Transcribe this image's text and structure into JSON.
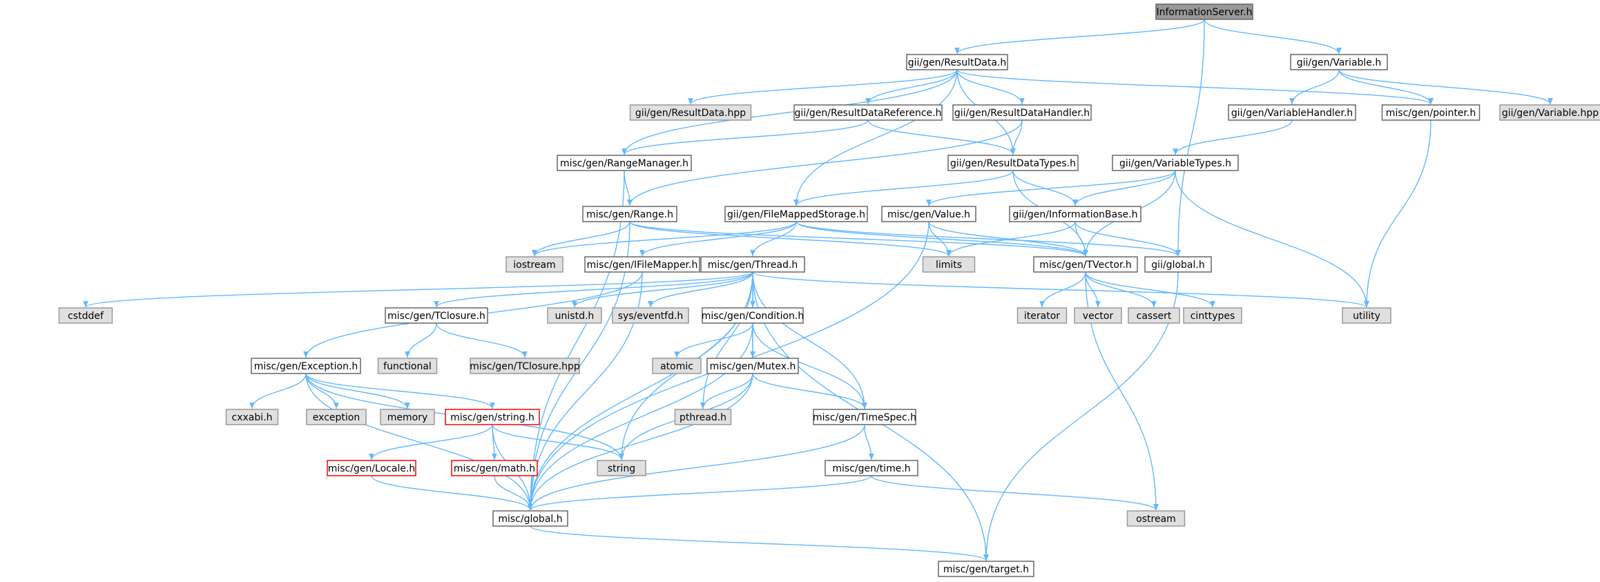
{
  "colors": {
    "edge": "#63b8ff",
    "root_fill": "#999999",
    "header_fill": "#ffffff",
    "header_stroke": "#666666",
    "system_fill": "#e0e0e0",
    "system_stroke": "#999999",
    "truncated_stroke": "#ff0000"
  },
  "nodes": [
    {
      "id": "infoserver",
      "label": "InformationServer.h",
      "kind": "root"
    },
    {
      "id": "resultdata",
      "label": "gii/gen/ResultData.h",
      "kind": "header"
    },
    {
      "id": "variable",
      "label": "gii/gen/Variable.h",
      "kind": "header"
    },
    {
      "id": "resultdata_hpp",
      "label": "gii/gen/ResultData.hpp",
      "kind": "system"
    },
    {
      "id": "resultdataref",
      "label": "gii/gen/ResultDataReference.h",
      "kind": "header"
    },
    {
      "id": "resultdatahandler",
      "label": "gii/gen/ResultDataHandler.h",
      "kind": "header"
    },
    {
      "id": "variablehandler",
      "label": "gii/gen/VariableHandler.h",
      "kind": "header"
    },
    {
      "id": "pointer",
      "label": "misc/gen/pointer.h",
      "kind": "header"
    },
    {
      "id": "variable_hpp",
      "label": "gii/gen/Variable.hpp",
      "kind": "system"
    },
    {
      "id": "rangemanager",
      "label": "misc/gen/RangeManager.h",
      "kind": "header"
    },
    {
      "id": "resultdatatypes",
      "label": "gii/gen/ResultDataTypes.h",
      "kind": "header"
    },
    {
      "id": "variabletypes",
      "label": "gii/gen/VariableTypes.h",
      "kind": "header"
    },
    {
      "id": "range",
      "label": "misc/gen/Range.h",
      "kind": "header"
    },
    {
      "id": "filemapped",
      "label": "gii/gen/FileMappedStorage.h",
      "kind": "header"
    },
    {
      "id": "value",
      "label": "misc/gen/Value.h",
      "kind": "header"
    },
    {
      "id": "infobase",
      "label": "gii/gen/InformationBase.h",
      "kind": "header"
    },
    {
      "id": "iostream",
      "label": "iostream",
      "kind": "system"
    },
    {
      "id": "ifilemapper",
      "label": "misc/gen/IFileMapper.h",
      "kind": "header"
    },
    {
      "id": "thread",
      "label": "misc/gen/Thread.h",
      "kind": "header"
    },
    {
      "id": "limits",
      "label": "limits",
      "kind": "system"
    },
    {
      "id": "tvector",
      "label": "misc/gen/TVector.h",
      "kind": "header"
    },
    {
      "id": "giiglobal",
      "label": "gii/global.h",
      "kind": "header"
    },
    {
      "id": "cstddef",
      "label": "cstddef",
      "kind": "system"
    },
    {
      "id": "tclosure",
      "label": "misc/gen/TClosure.h",
      "kind": "header"
    },
    {
      "id": "unistd",
      "label": "unistd.h",
      "kind": "system"
    },
    {
      "id": "eventfd",
      "label": "sys/eventfd.h",
      "kind": "system"
    },
    {
      "id": "condition",
      "label": "misc/gen/Condition.h",
      "kind": "header"
    },
    {
      "id": "iterator",
      "label": "iterator",
      "kind": "system"
    },
    {
      "id": "vector",
      "label": "vector",
      "kind": "system"
    },
    {
      "id": "cassert",
      "label": "cassert",
      "kind": "system"
    },
    {
      "id": "cinttypes",
      "label": "cinttypes",
      "kind": "system"
    },
    {
      "id": "utility",
      "label": "utility",
      "kind": "system"
    },
    {
      "id": "functional",
      "label": "functional",
      "kind": "system"
    },
    {
      "id": "tclosure_hpp",
      "label": "misc/gen/TClosure.hpp",
      "kind": "system"
    },
    {
      "id": "exception_h",
      "label": "misc/gen/Exception.h",
      "kind": "header"
    },
    {
      "id": "atomic",
      "label": "atomic",
      "kind": "system"
    },
    {
      "id": "mutex",
      "label": "misc/gen/Mutex.h",
      "kind": "header"
    },
    {
      "id": "cxxabi",
      "label": "cxxabi.h",
      "kind": "system"
    },
    {
      "id": "exception",
      "label": "exception",
      "kind": "system"
    },
    {
      "id": "memory",
      "label": "memory",
      "kind": "system"
    },
    {
      "id": "mstring",
      "label": "misc/gen/string.h",
      "kind": "truncated"
    },
    {
      "id": "pthread",
      "label": "pthread.h",
      "kind": "system"
    },
    {
      "id": "timespec",
      "label": "misc/gen/TimeSpec.h",
      "kind": "header"
    },
    {
      "id": "locale",
      "label": "misc/gen/Locale.h",
      "kind": "truncated"
    },
    {
      "id": "mathh",
      "label": "misc/gen/math.h",
      "kind": "truncated"
    },
    {
      "id": "string",
      "label": "string",
      "kind": "system"
    },
    {
      "id": "timeh",
      "label": "misc/gen/time.h",
      "kind": "header"
    },
    {
      "id": "miscglobal",
      "label": "misc/global.h",
      "kind": "header"
    },
    {
      "id": "ostream",
      "label": "ostream",
      "kind": "system"
    },
    {
      "id": "target",
      "label": "misc/gen/target.h",
      "kind": "header"
    }
  ],
  "edges": [
    [
      "infoserver",
      "resultdata"
    ],
    [
      "infoserver",
      "variable"
    ],
    [
      "infoserver",
      "giiglobal"
    ],
    [
      "resultdata",
      "resultdata_hpp"
    ],
    [
      "resultdata",
      "resultdataref"
    ],
    [
      "resultdata",
      "resultdatahandler"
    ],
    [
      "resultdata",
      "rangemanager"
    ],
    [
      "resultdata",
      "filemapped"
    ],
    [
      "resultdata",
      "resultdatatypes"
    ],
    [
      "resultdata",
      "pointer"
    ],
    [
      "variable",
      "variablehandler"
    ],
    [
      "variable",
      "pointer"
    ],
    [
      "variable",
      "variable_hpp"
    ],
    [
      "variablehandler",
      "variabletypes"
    ],
    [
      "pointer",
      "utility"
    ],
    [
      "resultdataref",
      "rangemanager"
    ],
    [
      "resultdataref",
      "resultdatatypes"
    ],
    [
      "resultdatahandler",
      "resultdatatypes"
    ],
    [
      "resultdatahandler",
      "range"
    ],
    [
      "rangemanager",
      "range"
    ],
    [
      "rangemanager",
      "miscglobal"
    ],
    [
      "resultdatatypes",
      "filemapped"
    ],
    [
      "resultdatatypes",
      "infobase"
    ],
    [
      "resultdatatypes",
      "tvector"
    ],
    [
      "variabletypes",
      "value"
    ],
    [
      "variabletypes",
      "infobase"
    ],
    [
      "variabletypes",
      "tvector"
    ],
    [
      "variabletypes",
      "utility"
    ],
    [
      "range",
      "iostream"
    ],
    [
      "range",
      "limits"
    ],
    [
      "range",
      "tvector"
    ],
    [
      "range",
      "miscglobal"
    ],
    [
      "filemapped",
      "iostream"
    ],
    [
      "filemapped",
      "ifilemapper"
    ],
    [
      "filemapped",
      "thread"
    ],
    [
      "filemapped",
      "tvector"
    ],
    [
      "filemapped",
      "giiglobal"
    ],
    [
      "value",
      "limits"
    ],
    [
      "value",
      "tvector"
    ],
    [
      "value",
      "miscglobal"
    ],
    [
      "infobase",
      "limits"
    ],
    [
      "infobase",
      "tvector"
    ],
    [
      "infobase",
      "giiglobal"
    ],
    [
      "ifilemapper",
      "exception_h"
    ],
    [
      "ifilemapper",
      "miscglobal"
    ],
    [
      "thread",
      "cstddef"
    ],
    [
      "thread",
      "tclosure"
    ],
    [
      "thread",
      "unistd"
    ],
    [
      "thread",
      "eventfd"
    ],
    [
      "thread",
      "condition"
    ],
    [
      "thread",
      "mutex"
    ],
    [
      "thread",
      "pthread"
    ],
    [
      "thread",
      "timespec"
    ],
    [
      "thread",
      "string"
    ],
    [
      "thread",
      "utility"
    ],
    [
      "thread",
      "miscglobal"
    ],
    [
      "thread",
      "target"
    ],
    [
      "tvector",
      "iterator"
    ],
    [
      "tvector",
      "vector"
    ],
    [
      "tvector",
      "cassert"
    ],
    [
      "tvector",
      "cinttypes"
    ],
    [
      "tvector",
      "ostream"
    ],
    [
      "giiglobal",
      "target"
    ],
    [
      "tclosure",
      "functional"
    ],
    [
      "tclosure",
      "tclosure_hpp"
    ],
    [
      "condition",
      "atomic"
    ],
    [
      "condition",
      "mutex"
    ],
    [
      "condition",
      "timespec"
    ],
    [
      "condition",
      "miscglobal"
    ],
    [
      "exception_h",
      "cxxabi"
    ],
    [
      "exception_h",
      "exception"
    ],
    [
      "exception_h",
      "memory"
    ],
    [
      "exception_h",
      "mstring"
    ],
    [
      "exception_h",
      "string"
    ],
    [
      "exception_h",
      "miscglobal"
    ],
    [
      "mutex",
      "pthread"
    ],
    [
      "mutex",
      "timespec"
    ],
    [
      "mutex",
      "string"
    ],
    [
      "mutex",
      "miscglobal"
    ],
    [
      "mstring",
      "locale"
    ],
    [
      "mstring",
      "mathh"
    ],
    [
      "mstring",
      "string"
    ],
    [
      "mstring",
      "miscglobal"
    ],
    [
      "timespec",
      "timeh"
    ],
    [
      "timespec",
      "miscglobal"
    ],
    [
      "locale",
      "miscglobal"
    ],
    [
      "mathh",
      "miscglobal"
    ],
    [
      "timeh",
      "ostream"
    ],
    [
      "timeh",
      "miscglobal"
    ],
    [
      "miscglobal",
      "target"
    ]
  ]
}
